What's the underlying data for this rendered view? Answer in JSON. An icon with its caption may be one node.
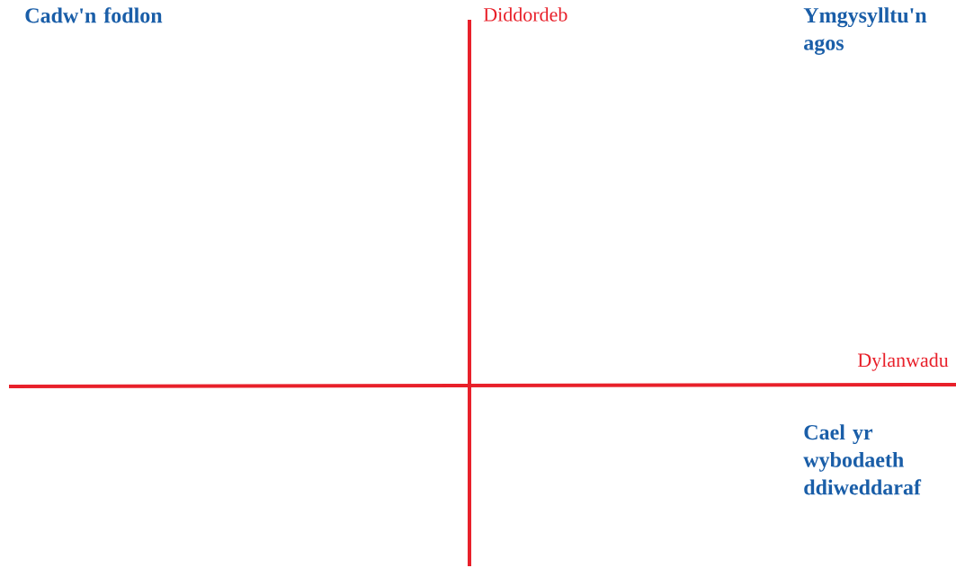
{
  "diagram": {
    "labels": [
      "Cadw'n fodlon",
      "Diddordeb",
      "Ymgysylltu'n agos",
      "Dylanwadu",
      "Cael yr wybodaeth ddiweddaraf"
    ]
  }
}
